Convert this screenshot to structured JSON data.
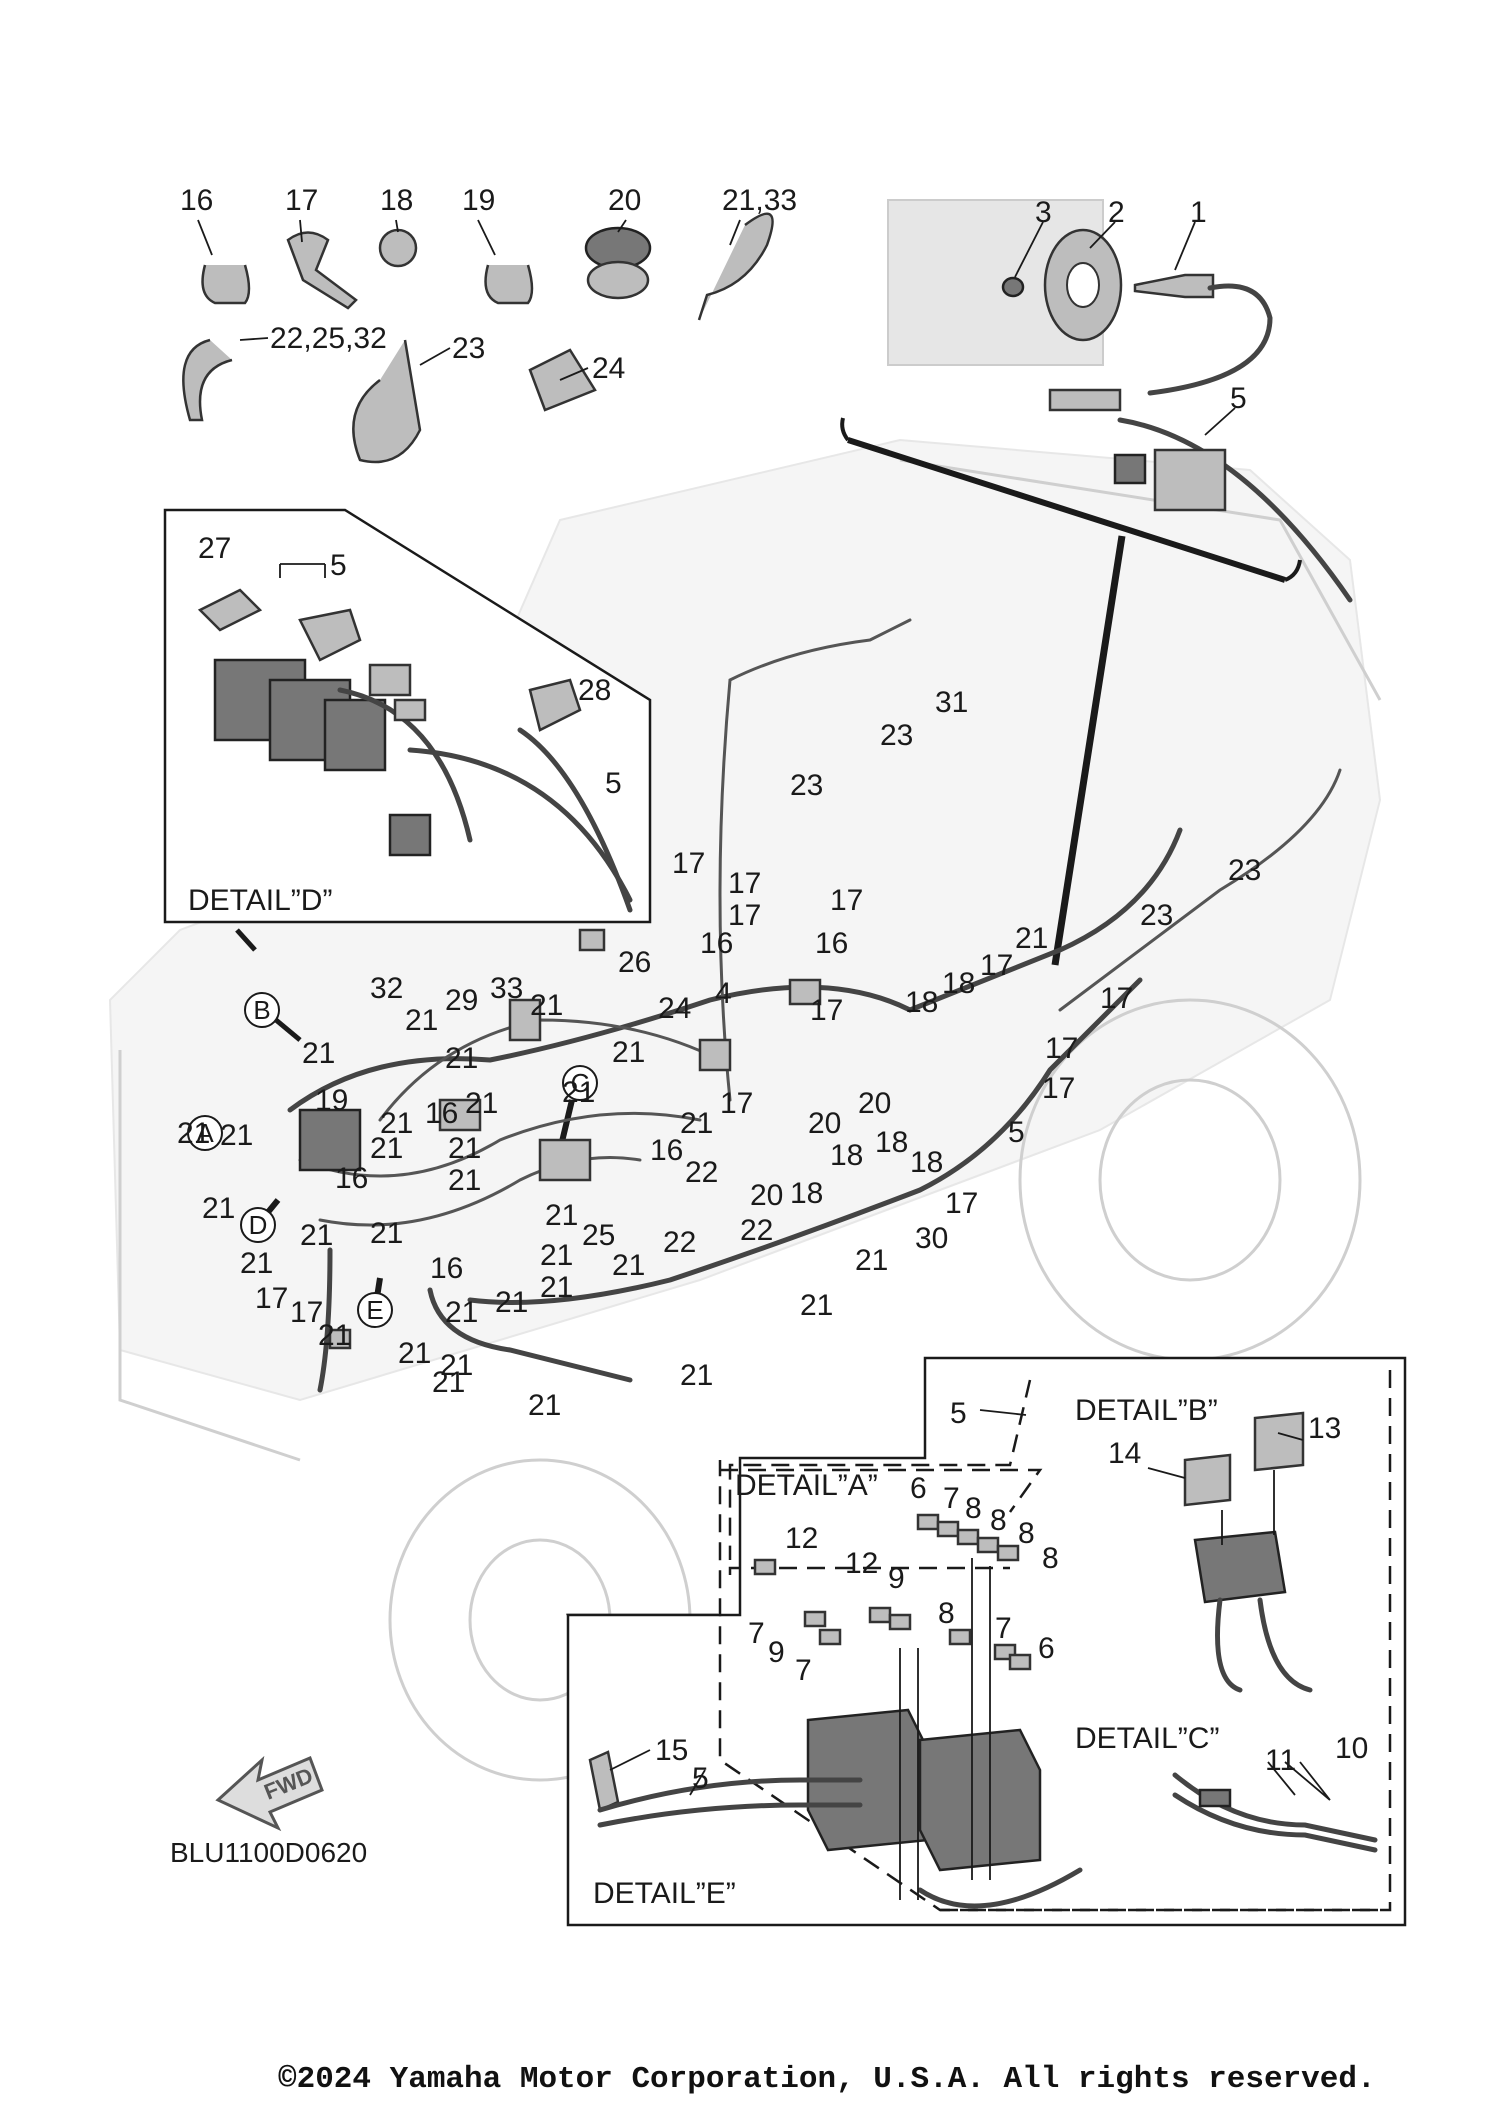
{
  "callouts": {
    "c16a": "16",
    "c17a": "17",
    "c18a": "18",
    "c19a": "19",
    "c20a": "20",
    "c2133": "21,33",
    "c222532": "22,25,32",
    "c23a": "23",
    "c24a": "24",
    "c3": "3",
    "c2": "2",
    "c1": "1",
    "c5top": "5",
    "c27": "27",
    "c5d1": "5",
    "c28": "28",
    "c5d2": "5",
    "c31": "31",
    "c23b": "23",
    "c23c": "23",
    "c23d": "23",
    "c23e": "23",
    "c17b": "17",
    "c17c": "17",
    "c17d": "17",
    "c17e": "17",
    "c16b": "16",
    "c16c": "16",
    "c26": "26",
    "c4": "4",
    "c24b": "24",
    "c17f": "17",
    "c21r": "21",
    "c18b": "18",
    "c18c": "18",
    "c17g": "17",
    "c17h": "17",
    "c17i": "17",
    "c17j": "17",
    "c5mid": "5",
    "c32": "32",
    "c21a": "21",
    "c29": "29",
    "c33": "33",
    "c21b": "21",
    "c21c": "21",
    "c21d": "21",
    "c19b": "19",
    "c21e": "21",
    "c21f": "21",
    "c16d": "16",
    "c21g": "21",
    "c21h": "21",
    "c21i": "21",
    "c16e": "16",
    "c21j": "21",
    "c21k": "21",
    "c21l": "21",
    "c17k": "17",
    "c20b": "20",
    "c20c": "20",
    "c16f": "16",
    "c22a": "22",
    "c20d": "20",
    "c18d": "18",
    "c18e": "18",
    "c18f": "18",
    "c18g": "18",
    "c17l": "17",
    "c30": "30",
    "c21m": "21",
    "c22b": "22",
    "c22c": "22",
    "c21n": "21",
    "c25": "25",
    "c21o": "21",
    "c21p": "21",
    "c21q": "21",
    "c16g": "16",
    "c21s": "21",
    "c21t": "21",
    "c21u": "21",
    "c17m": "17",
    "c17n": "17",
    "c21v": "21",
    "c21w": "21",
    "c21x": "21",
    "c21y": "21",
    "c21z": "21",
    "c21aa": "21",
    "c21ab": "21",
    "c21ac": "21",
    "c21ad": "21",
    "c5b": "5",
    "c14": "14",
    "c13": "13",
    "c6a": "6",
    "c7a": "7",
    "c8a": "8",
    "c8b": "8",
    "c8c": "8",
    "c8d": "8",
    "c12a": "12",
    "c12b": "12",
    "c9a": "9",
    "c7b": "7",
    "c9b": "9",
    "c7c": "7",
    "c8e": "8",
    "c7d": "7",
    "c6b": "6",
    "c15": "15",
    "c5e": "5",
    "c10": "10",
    "c11": "11"
  },
  "letters": {
    "A": "A",
    "B": "B",
    "C": "C",
    "D": "D",
    "E": "E"
  },
  "details": {
    "d": "DETAIL”D”",
    "a": "DETAIL”A”",
    "b": "DETAIL”B”",
    "c": "DETAIL”C”",
    "e": "DETAIL”E”"
  },
  "fwd_label": "FWD",
  "diagram_code": "BLU1100D0620",
  "copyright": "©2024 Yamaha Motor Corporation, U.S.A. All rights reserved."
}
